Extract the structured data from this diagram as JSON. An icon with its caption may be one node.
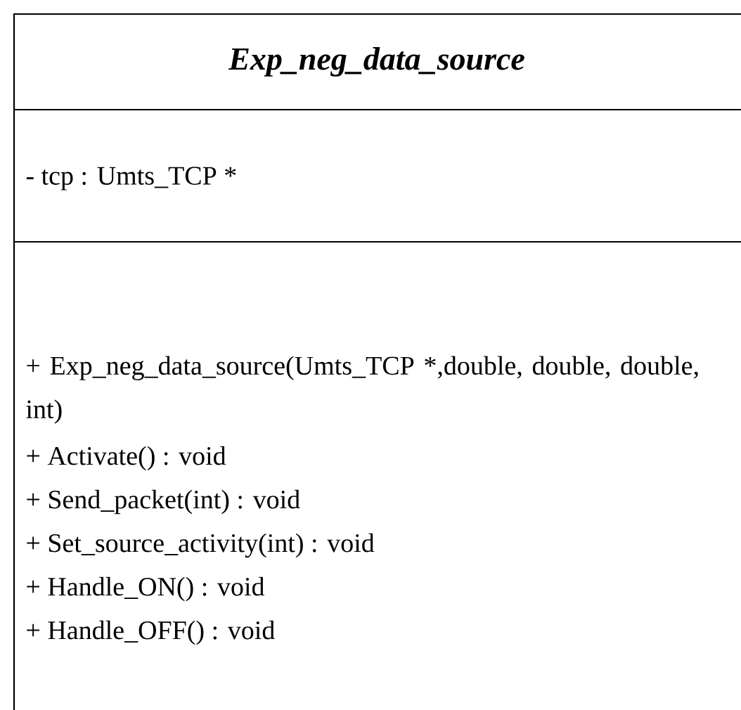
{
  "diagram": {
    "nodes": [
      {
        "text": [
          "Exp_neg_data_source",
          "- tcp : Umts_TCP *",
          "+ Exp_neg_data_source(Umts_TCP *,double, double, double, int)",
          "+ Activate() : void",
          "+ Send_packet(int) : void",
          "+ Set_source_activity(int) : void",
          "+ Handle_ON() :  void",
          "+ Handle_OFF() : void"
        ]
      }
    ]
  }
}
